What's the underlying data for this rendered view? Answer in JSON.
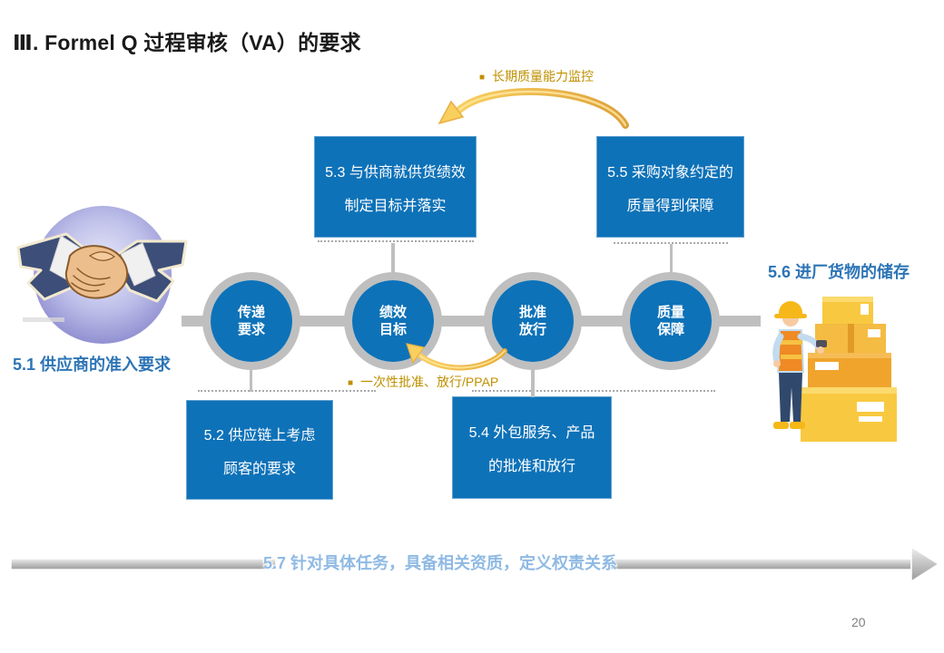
{
  "slide": {
    "title": "Ⅲ. Formel Q 过程审核（VA）的要求",
    "page_number": "20"
  },
  "annotations": {
    "bullet": "■",
    "long_term": "长期质量能力监控",
    "one_time": "一次性批准、放行/PPAP"
  },
  "boxes": {
    "b52": {
      "line1": "5.2 供应链上考虑",
      "line2": "顾客的要求"
    },
    "b53": {
      "line1": "5.3 与供商就供货绩效",
      "line2": "制定目标并落实"
    },
    "b54": {
      "line1": "5.4 外包服务、产品",
      "line2": "的批准和放行"
    },
    "b55": {
      "line1": "5.5 采购对象约定的",
      "line2": "质量得到保障"
    }
  },
  "circles": {
    "c1": {
      "line1": "传递",
      "line2": "要求"
    },
    "c2": {
      "line1": "绩效",
      "line2": "目标"
    },
    "c3": {
      "line1": "批准",
      "line2": "放行"
    },
    "c4": {
      "line1": "质量",
      "line2": "保障"
    }
  },
  "side_labels": {
    "left": "5.1 供应商的准入要求",
    "right": "5.6 进厂货物的储存"
  },
  "bottom_arrow": {
    "text": "5.7 针对具体任务，具备相关资质，定义权责关系"
  },
  "colors": {
    "box_blue": "#0E72B8",
    "accent_gold": "#BF9000",
    "label_blue": "#2E75B6",
    "bottom_text_blue": "#8FBAE4",
    "gray": "#BFBFBF"
  }
}
